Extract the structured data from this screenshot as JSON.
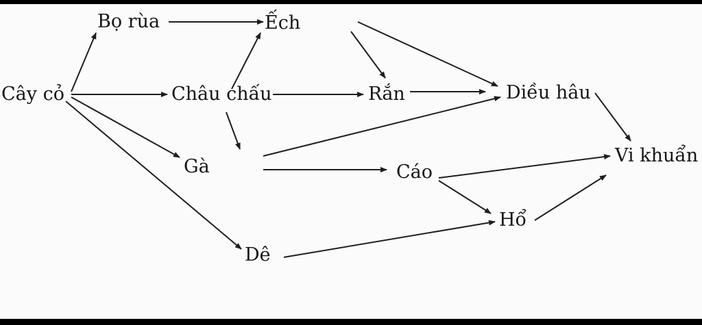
{
  "diagram": {
    "type": "food-web",
    "colors": {
      "background": "#fbfbfb",
      "frame": "#000000",
      "text": "#161616",
      "arrow": "#1e1e1e"
    },
    "nodes": {
      "cay_co": "Cây cỏ",
      "bo_rua": "Bọ rùa",
      "ech": "Ếch",
      "chau_chau": "Châu chấu",
      "ran": "Rắn",
      "dieu_hau": "Diều hâu",
      "ga": "Gà",
      "cao": "Cáo",
      "vi_khuan": "Vi khuẩn",
      "ho": "Hổ",
      "de": "Dê"
    },
    "edges": [
      {
        "from": "cay_co",
        "to": "bo_rua"
      },
      {
        "from": "cay_co",
        "to": "chau_chau"
      },
      {
        "from": "cay_co",
        "to": "ga"
      },
      {
        "from": "cay_co",
        "to": "de"
      },
      {
        "from": "bo_rua",
        "to": "ech"
      },
      {
        "from": "chau_chau",
        "to": "ech"
      },
      {
        "from": "chau_chau",
        "to": "ran"
      },
      {
        "from": "chau_chau",
        "to": "ga"
      },
      {
        "from": "ech",
        "to": "ran"
      },
      {
        "from": "ech",
        "to": "dieu_hau"
      },
      {
        "from": "ran",
        "to": "dieu_hau"
      },
      {
        "from": "ga",
        "to": "dieu_hau"
      },
      {
        "from": "ga",
        "to": "cao"
      },
      {
        "from": "dieu_hau",
        "to": "vi_khuan"
      },
      {
        "from": "cao",
        "to": "vi_khuan"
      },
      {
        "from": "cao",
        "to": "ho"
      },
      {
        "from": "de",
        "to": "ho"
      },
      {
        "from": "ho",
        "to": "vi_khuan"
      }
    ]
  }
}
